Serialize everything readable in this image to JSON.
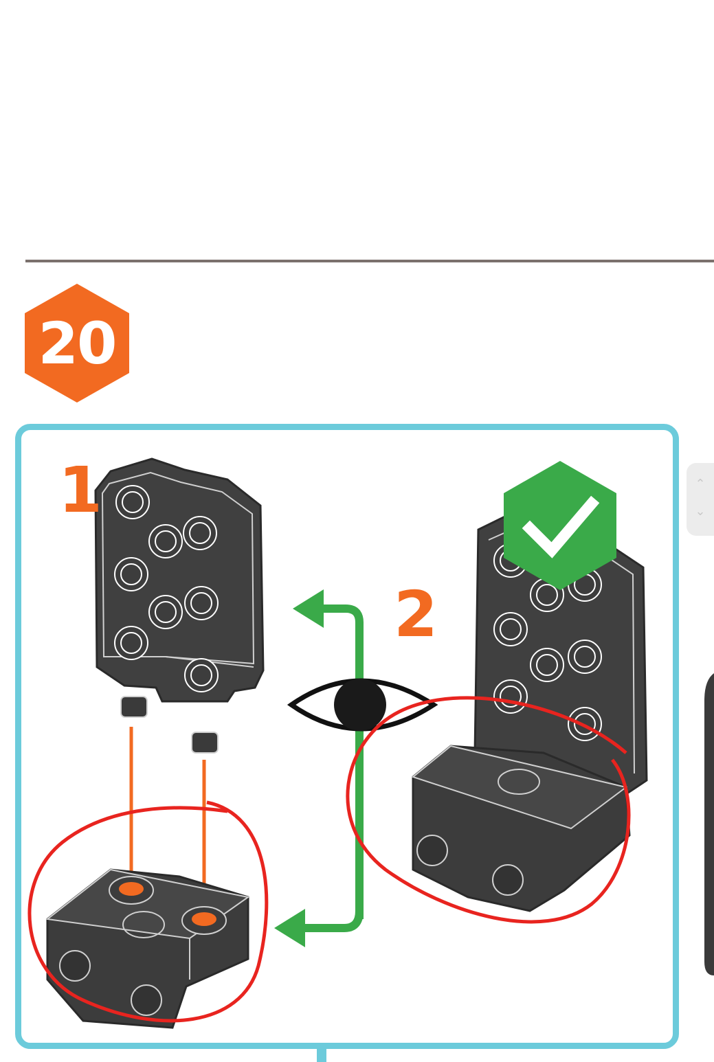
{
  "step": {
    "number": "20",
    "badge_color": "#f26a21"
  },
  "panel": {
    "border_color": "#6ccbdb",
    "callouts": [
      "1",
      "2"
    ],
    "callout_color": "#f26a21",
    "arrow_color": "#3aaa49",
    "check_color": "#3aaa49",
    "annotation_color": "#e8241f"
  },
  "icons": {
    "eye": "eye-icon",
    "check": "check-icon",
    "arrow": "return-arrow-icon"
  },
  "scroll": {
    "up": "⌃",
    "down": "⌄"
  }
}
